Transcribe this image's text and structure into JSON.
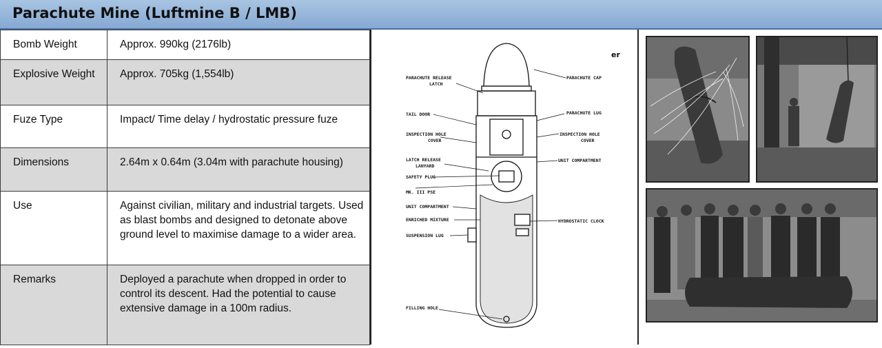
{
  "title": "Parachute Mine (Luftmine B / LMB)",
  "specs": [
    {
      "label": "Bomb Weight",
      "value": "Approx. 990kg (2176lb)"
    },
    {
      "label": "Explosive Weight",
      "value": "Approx. 705kg (1,554lb)"
    },
    {
      "label": "Fuze Type",
      "value": "Impact/ Time delay / hydrostatic pressure fuze"
    },
    {
      "label": "Dimensions",
      "value": "2.64m x 0.64m (3.04m with parachute housing)"
    },
    {
      "label": "Use",
      "value": "Against civilian, military and industrial targets. Used as blast bombs and designed to detonate above ground level to maximise damage to a wider area."
    },
    {
      "label": "Remarks",
      "value": "Deployed a parachute when dropped in order to control its descent. Had the potential to cause extensive damage in a 100m radius."
    }
  ],
  "diagram": {
    "corner_mark": "er",
    "labels_left": [
      "PARACHUTE RELEASE",
      "LATCH",
      "TAIL DOOR",
      "INSPECTION HOLE",
      "COVER",
      "LATCH RELEASE",
      "LANYARD",
      "SAFETY PLUG",
      "MK. III PSE",
      "UNIT COMPARTMENT",
      "ENRICHED MIXTURE",
      "SUSPENSION LUG",
      "FILLING HOLE"
    ],
    "labels_right": [
      "PARACHUTE CAP",
      "PARACHUTE LUG",
      "INSPECTION HOLE",
      "COVER",
      "UNIT COMPARTMENT",
      "HYDROSTATIC CLOCK"
    ]
  },
  "photos": {
    "top_left": "mine-in-field-photo",
    "top_right": "mine-hanging-in-building-photo",
    "bottom": "soldiers-with-mine-photo"
  }
}
